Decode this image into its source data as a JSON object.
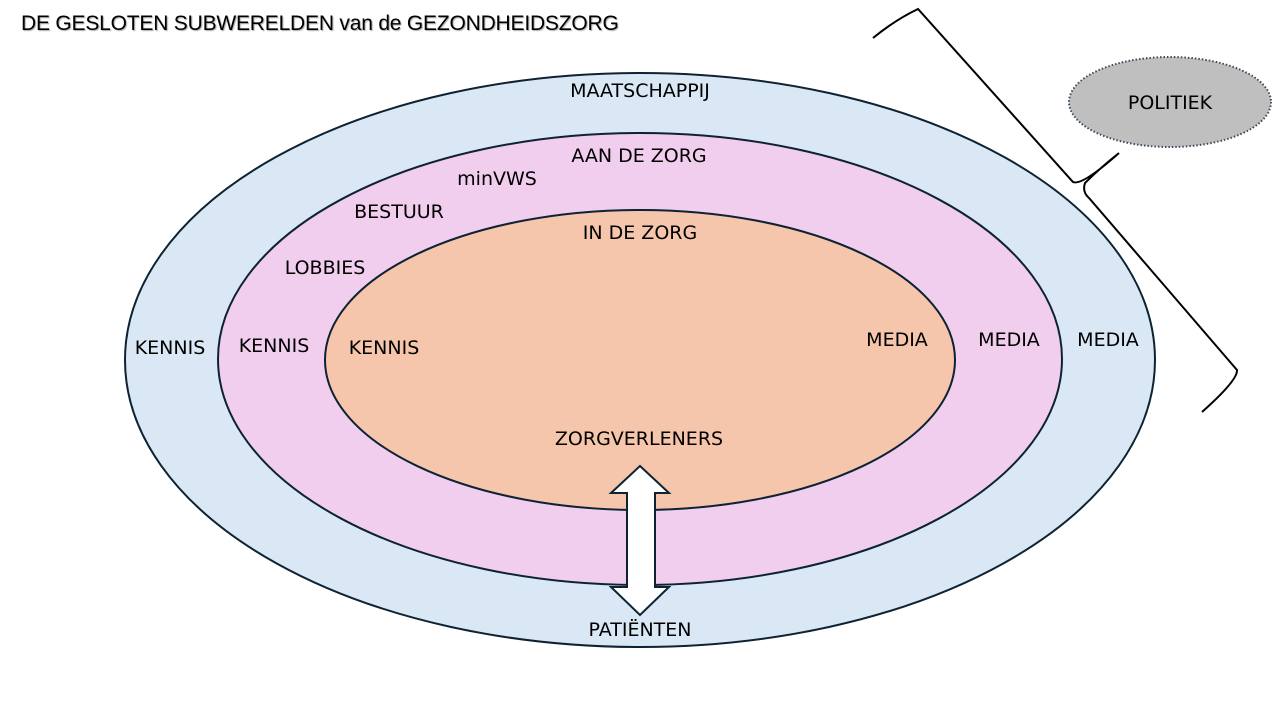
{
  "title": "DE GESLOTEN SUBWERELDEN van de GEZONDHEIDSZORG",
  "colors": {
    "outer": "#dae8f5",
    "middle": "#f1cdee",
    "inner": "#f5c6ab",
    "politiek": "#bfbfbf",
    "stroke": "#0d2233"
  },
  "rings": {
    "outer": {
      "name": "MAATSCHAPPIJ",
      "left": "KENNIS",
      "right": "MEDIA",
      "bottom": "PATIËNTEN"
    },
    "middle": {
      "name": "AAN DE ZORG",
      "items": [
        "minVWS",
        "BESTUUR",
        "LOBBIES"
      ],
      "left": "KENNIS",
      "right": "MEDIA"
    },
    "inner": {
      "name": "IN DE ZORG",
      "left": "KENNIS",
      "right": "MEDIA",
      "bottom": "ZORGVERLENERS"
    }
  },
  "politiek": "POLITIEK"
}
